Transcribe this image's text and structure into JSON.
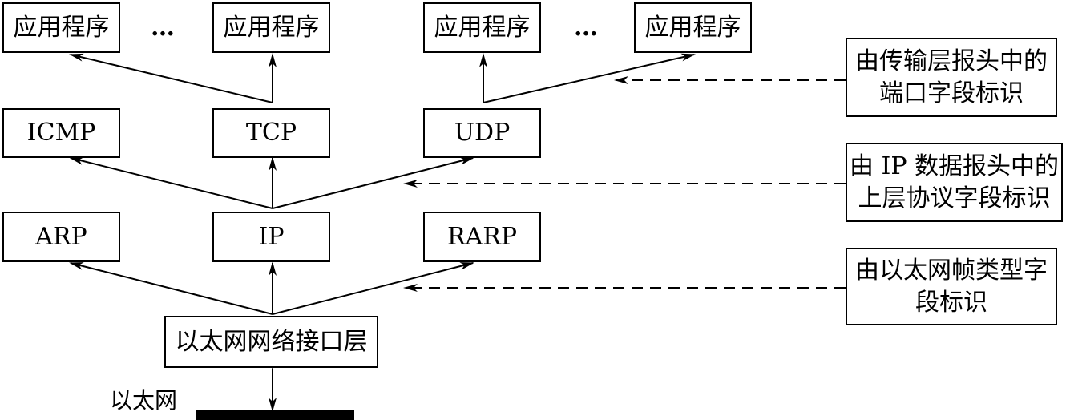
{
  "layers": {
    "app_label": "应用程序",
    "ellipsis": "…",
    "icmp": "ICMP",
    "tcp": "TCP",
    "udp": "UDP",
    "arp": "ARP",
    "ip": "IP",
    "rarp": "RARP",
    "eth_if": "以太网网络接口层",
    "eth_label": "以太网"
  },
  "notes": {
    "port_line1": "由传输层报头中的",
    "port_line2": "端口字段标识",
    "ip_line1": "由 IP 数据报头中的",
    "ip_line2": "上层协议字段标识",
    "eth_line1": "由以太网帧类型字",
    "eth_line2": "段标识"
  }
}
